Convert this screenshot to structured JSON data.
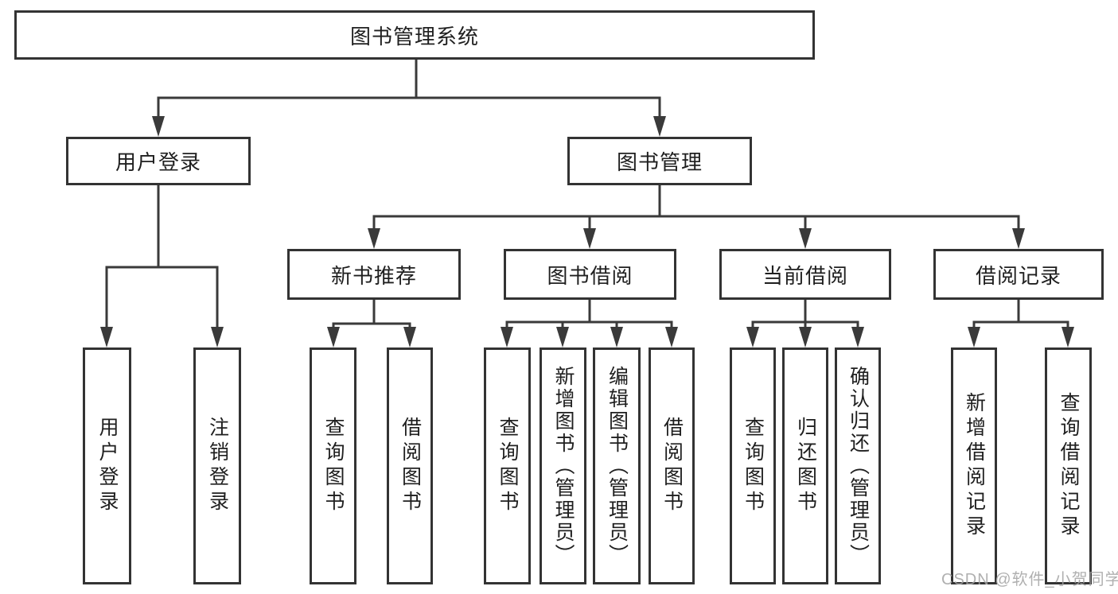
{
  "colors": {
    "background": "#ffffff",
    "line": "#3a3a3a",
    "box_border": "#333333",
    "text": "#1f1f1f",
    "watermark": "#a3a3a3"
  },
  "tree": {
    "label": "图书管理系统",
    "children": [
      {
        "label": "用户登录",
        "children": [
          {
            "label": "用户登录"
          },
          {
            "label": "注销登录"
          }
        ]
      },
      {
        "label": "图书管理",
        "children": [
          {
            "label": "新书推荐",
            "children": [
              {
                "label": "查询图书"
              },
              {
                "label": "借阅图书"
              }
            ]
          },
          {
            "label": "图书借阅",
            "children": [
              {
                "label": "查询图书"
              },
              {
                "label": "新增图书（管理员）"
              },
              {
                "label": "编辑图书（管理员）"
              },
              {
                "label": "借阅图书"
              }
            ]
          },
          {
            "label": "当前借阅",
            "children": [
              {
                "label": "查询图书"
              },
              {
                "label": "归还图书"
              },
              {
                "label": "确认归还（管理员）"
              }
            ]
          },
          {
            "label": "借阅记录",
            "children": [
              {
                "label": "新增借阅记录"
              },
              {
                "label": "查询借阅记录"
              }
            ]
          }
        ]
      }
    ]
  },
  "watermark": {
    "text": "CSDN @软件_小贺同学"
  }
}
